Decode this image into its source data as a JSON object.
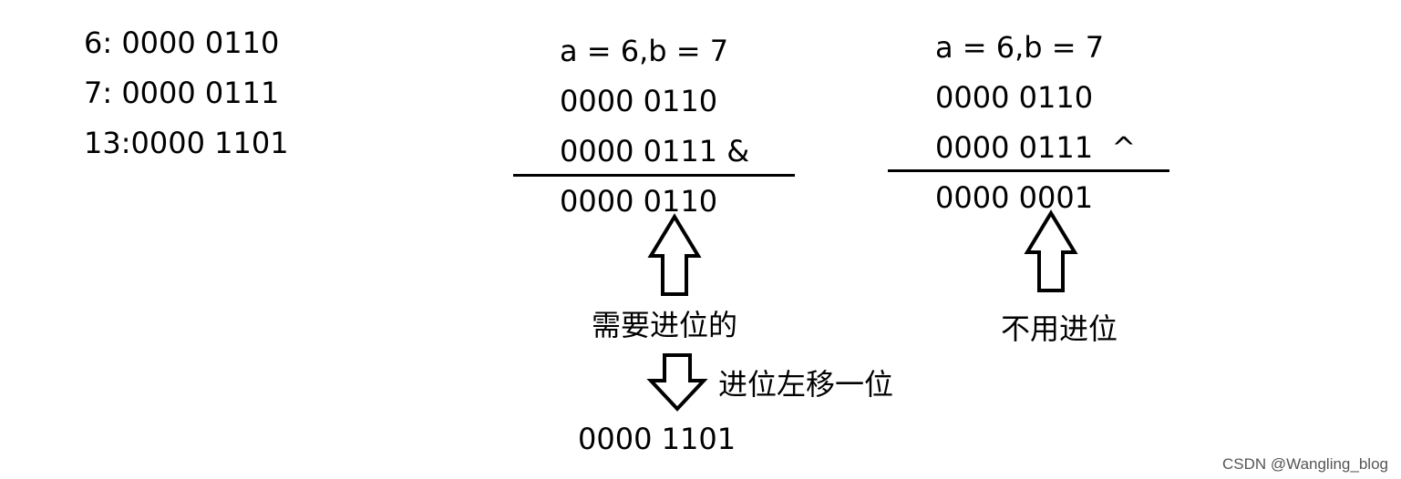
{
  "reference": {
    "lines": [
      "6: 0000 0110",
      "7: 0000 0111",
      "13:0000 1101"
    ]
  },
  "and_op": {
    "header": "a = 6,b = 7",
    "operand1": "0000 0110",
    "operand2": "0000 0111 &",
    "result": "0000 0110",
    "note": "需要进位的",
    "shift_note": "进位左移一位",
    "shifted": "0000 1101"
  },
  "xor_op": {
    "header": "a = 6,b = 7",
    "operand1": "0000 0110",
    "operand2": "0000 0111  ^",
    "result": "0000 0001",
    "note": "不用进位"
  },
  "watermark": "CSDN @Wangling_blog"
}
